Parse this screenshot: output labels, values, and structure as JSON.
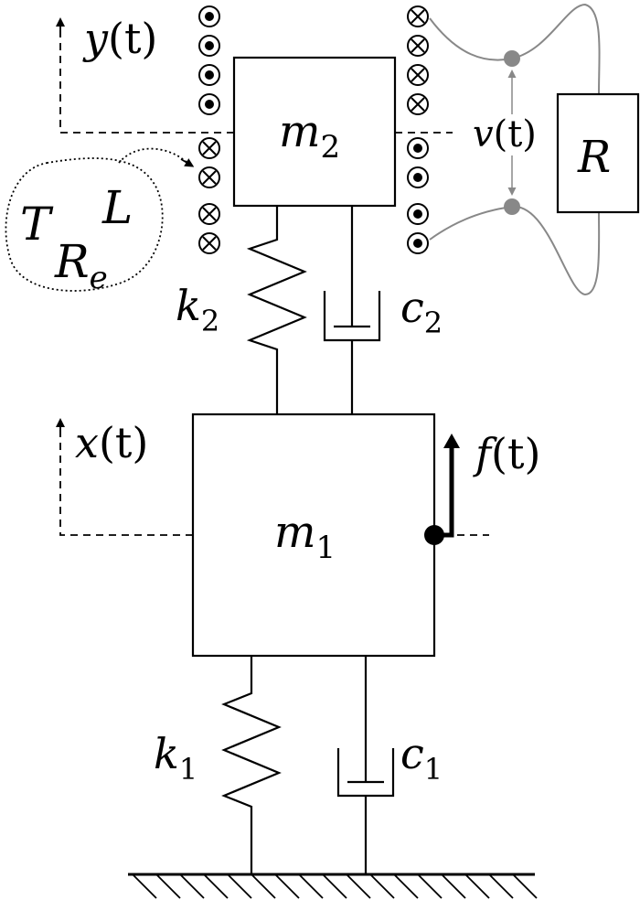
{
  "labels": {
    "y_disp_var": "y",
    "y_disp_paren": "(t)",
    "x_disp_var": "x",
    "x_disp_paren": "(t)",
    "m2_var": "m",
    "m2_sub": "2",
    "m1_var": "m",
    "m1_sub": "1",
    "k2_var": "k",
    "k2_sub": "2",
    "c2_var": "c",
    "c2_sub": "2",
    "k1_var": "k",
    "k1_sub": "1",
    "c1_var": "c",
    "c1_sub": "1",
    "force_var": "f",
    "force_paren": "(t)",
    "voltage_var": "v",
    "voltage_paren": "(t)",
    "resistor": "R",
    "coil_T": "T",
    "coil_L": "L",
    "coil_Re_var": "R",
    "coil_Re_sub": "e"
  },
  "colors": {
    "line": "#000000",
    "circuit": "#888888"
  }
}
